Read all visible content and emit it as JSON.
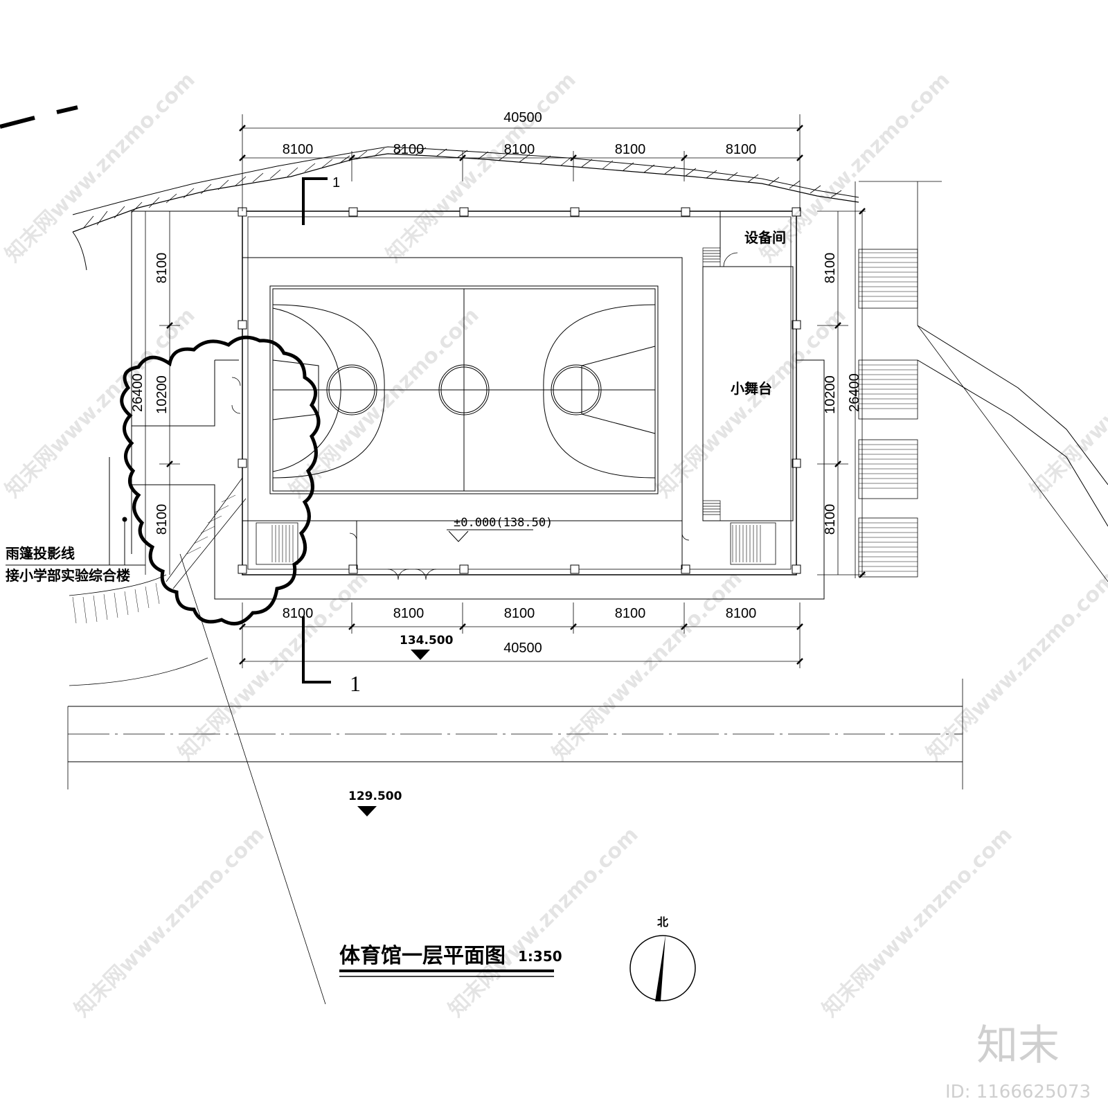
{
  "drawing": {
    "title": "体育馆一层平面图",
    "scale": "1:350",
    "north_label": "北",
    "section_mark": "1"
  },
  "dimensions": {
    "top_total": "40500",
    "top_bays": [
      "8100",
      "8100",
      "8100",
      "8100",
      "8100"
    ],
    "bottom_total": "40500",
    "bottom_bays": [
      "8100",
      "8100",
      "8100",
      "8100",
      "8100"
    ],
    "left_bays": [
      "8100",
      "10200",
      "8100"
    ],
    "left_total": "26400",
    "right_bays": [
      "8100",
      "10200",
      "8100"
    ],
    "right_total": "26400"
  },
  "rooms": {
    "equipment": "设备间",
    "stage": "小舞台"
  },
  "levels": {
    "floor": "±0.000(138.50)",
    "entrance": "134.500",
    "road": "129.500"
  },
  "annotations": {
    "canopy": "雨篷投影线",
    "connect": "接小学部实验综合楼"
  },
  "watermark": {
    "site": "知末网www.znzmo.com",
    "logo": "知末",
    "id": "ID: 1166625073"
  }
}
